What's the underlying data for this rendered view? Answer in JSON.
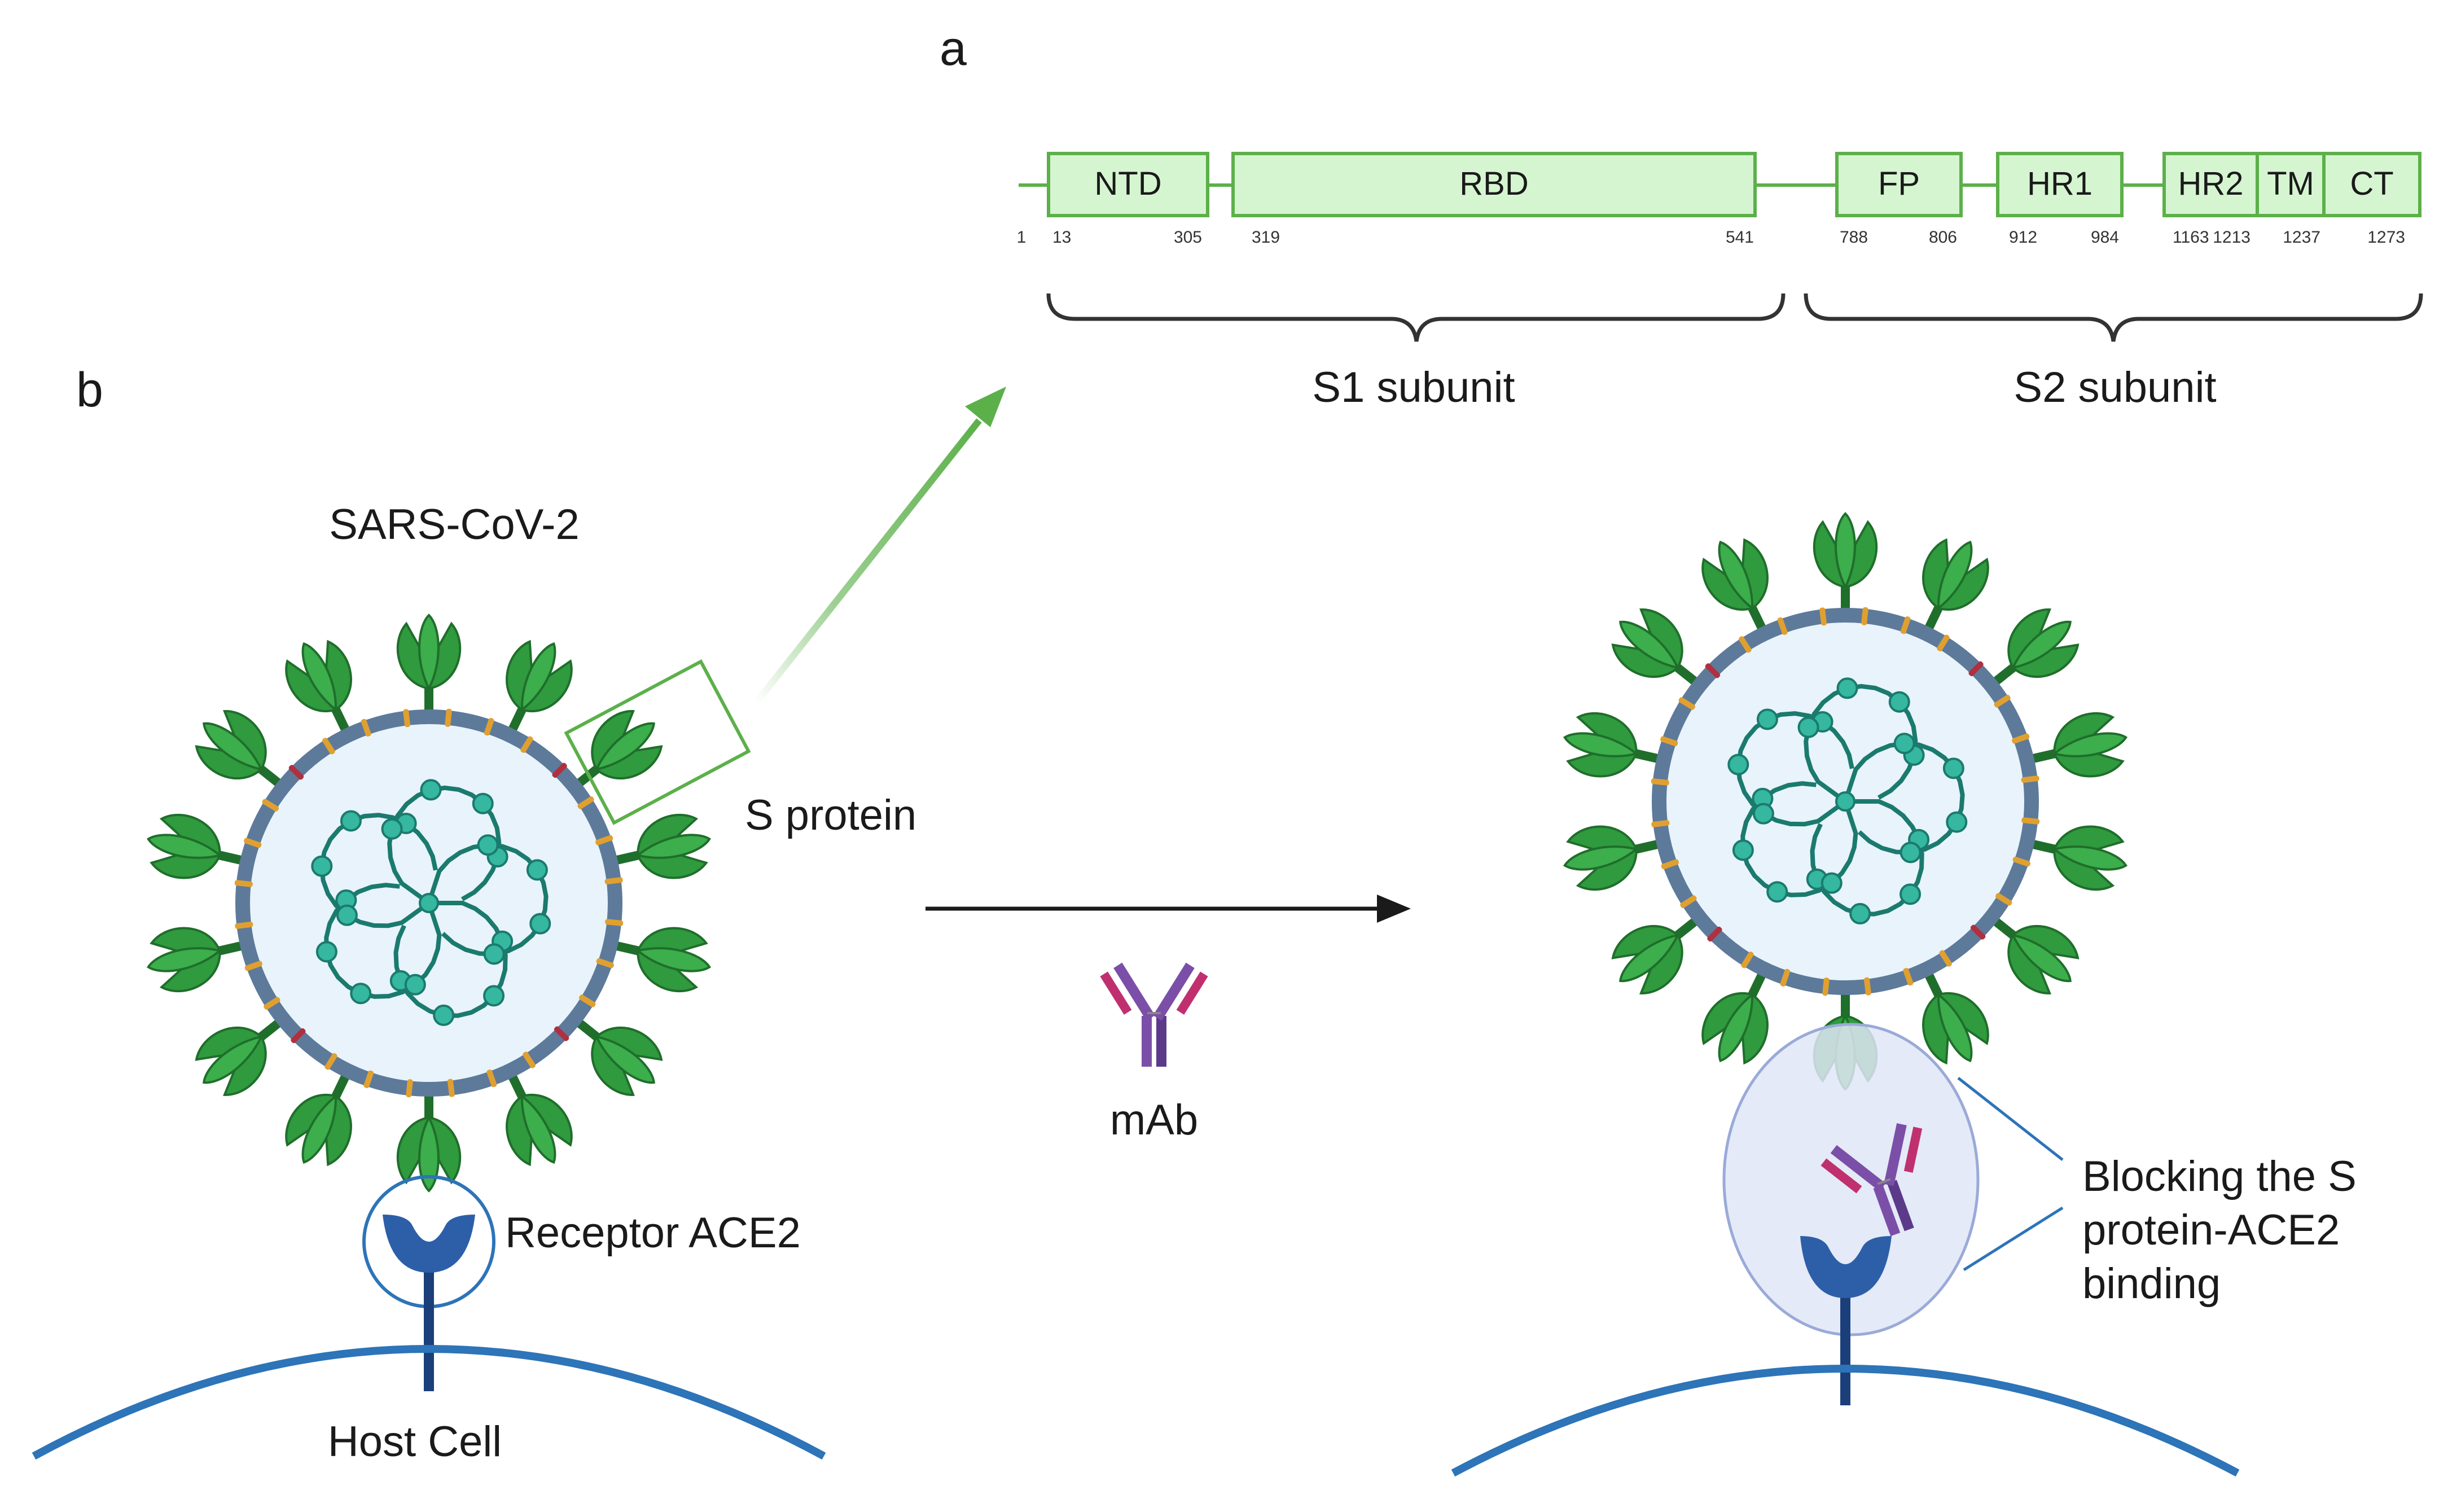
{
  "panels": {
    "a": "a",
    "b": "b"
  },
  "domains": [
    {
      "label": "NTD",
      "start": "13",
      "end": "305"
    },
    {
      "label": "RBD",
      "start": "319",
      "end": "541"
    },
    {
      "label": "FP",
      "start": "788",
      "end": "806"
    },
    {
      "label": "HR1",
      "start": "912",
      "end": "984"
    },
    {
      "label": "HR2",
      "start": "1163",
      "end": "1213"
    },
    {
      "label": "TM",
      "start": "",
      "end": "1237"
    },
    {
      "label": "CT",
      "start": "",
      "end": "1273"
    }
  ],
  "sequence_start": "1",
  "subunits": {
    "s1": "S1 subunit",
    "s2": "S2 subunit"
  },
  "virus_title": "SARS-CoV-2",
  "s_protein_label": "S protein",
  "receptor_label": "Receptor ACE2",
  "host_cell_label": "Host Cell",
  "mab_label": "mAb",
  "blocking_label": [
    "Blocking the S",
    "protein-ACE2",
    "binding"
  ],
  "colors": {
    "domain_fill": "#d5f5d0",
    "domain_stroke": "#5cb04a",
    "spike_green": "#2f9a3e",
    "spike_dark": "#1f6e2b",
    "envelope": "#5d7a9a",
    "virus_fill": "#e8f3fb",
    "rna": "#1b7a6e",
    "rna_bead": "#35b7a0",
    "receptor": "#2d5fa8",
    "host_membrane": "#2d74b8",
    "antibody_purple": "#7b4fa8",
    "antibody_pink": "#c0306f",
    "bubble": "#dfe6f6",
    "bubble_stroke": "#9aaad8",
    "orange": "#e0a030",
    "red": "#b03040"
  }
}
